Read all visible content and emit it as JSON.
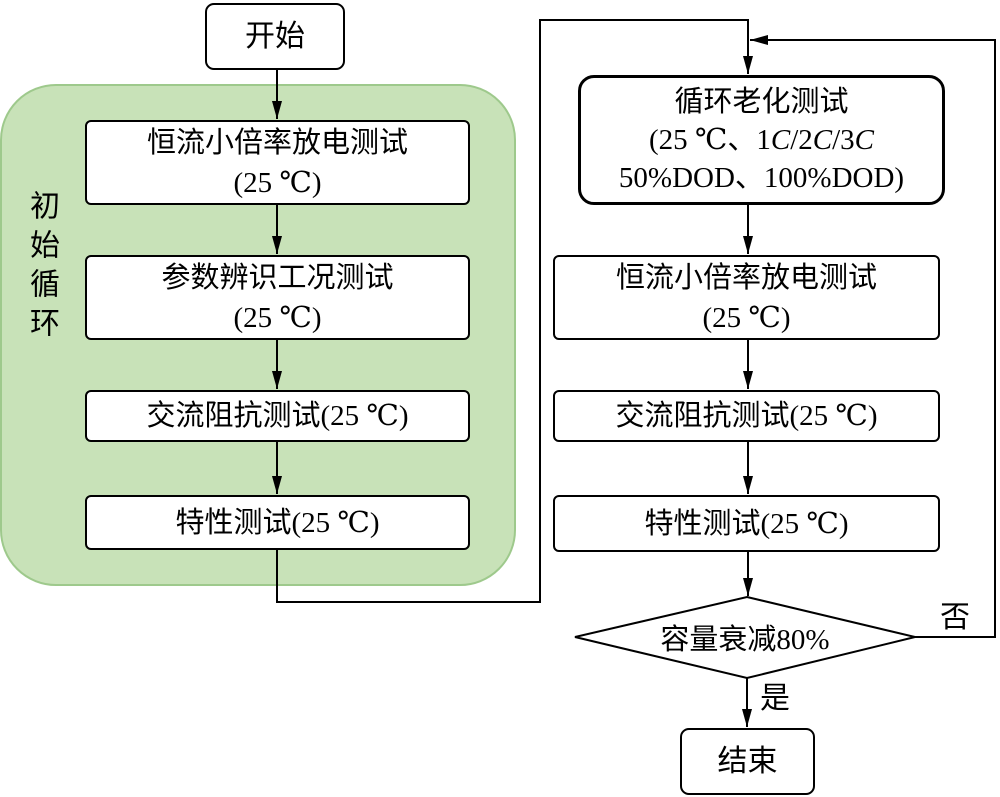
{
  "diagram": {
    "start": "开始",
    "group_label": "初始循环",
    "initial_cycle": [
      {
        "lines": [
          "恒流小倍率放电测试",
          "(25 ℃)"
        ]
      },
      {
        "lines": [
          "参数辨识工况测试",
          "(25 ℃)"
        ]
      },
      {
        "lines": [
          "交流阻抗测试(25 ℃)"
        ]
      },
      {
        "lines": [
          "特性测试(25 ℃)"
        ]
      }
    ],
    "aging_loop": [
      {
        "lines": [
          "循环老化测试",
          "(25 ℃、1C/2C/3C",
          "50%DOD、100%DOD)"
        ]
      },
      {
        "lines": [
          "恒流小倍率放电测试",
          "(25 ℃)"
        ]
      },
      {
        "lines": [
          "交流阻抗测试(25 ℃)"
        ]
      },
      {
        "lines": [
          "特性测试(25 ℃)"
        ]
      }
    ],
    "decision": "容量衰减80%",
    "no_label": "否",
    "yes_label": "是",
    "end": "结束"
  },
  "colors": {
    "group_fill": "#c8e2b8",
    "group_stroke": "#9ec98c",
    "line": "#000000"
  }
}
